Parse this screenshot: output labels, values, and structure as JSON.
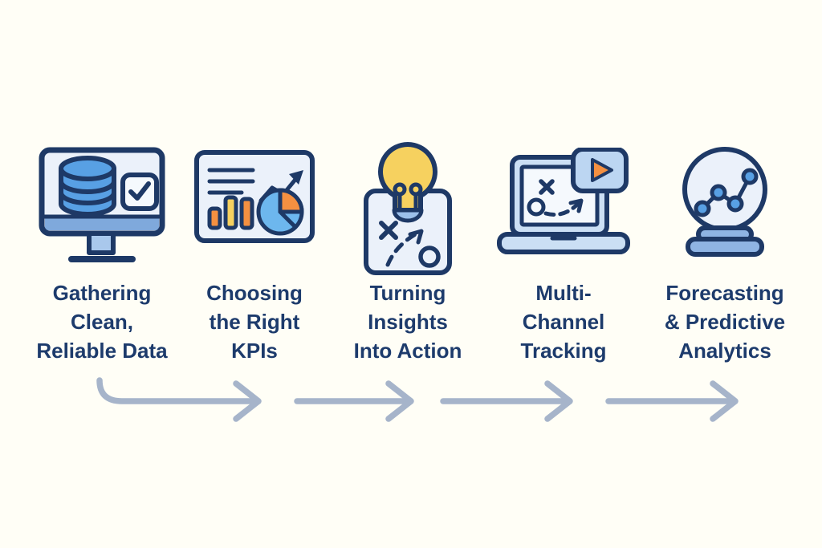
{
  "figure": {
    "type": "process-flow-infographic",
    "direction": "left-to-right",
    "step_count": 5,
    "arrow_count": 4
  },
  "colors": {
    "background": "#FFFEF6",
    "outline_navy": "#1E3966",
    "label_text": "#1D3B6C",
    "arrow": "#A6B4CA",
    "panel_light": "#EBF1FA",
    "screen_white": "#F5F9FD",
    "blue_medium": "#58A0E4",
    "pie_blue": "#6DB7EE",
    "yellow": "#F6D15F",
    "orange": "#F49041",
    "monitor_bar": "#7FA9DC",
    "monitor_stand": "#A9C8EC",
    "bulb_base": "#9CC0EA",
    "laptop_blue": "#CBDFF4",
    "play_overlay": "#BCD6F2",
    "ball_base": "#8FB4E3"
  },
  "steps": [
    {
      "label": "Gathering\nClean,\nReliable Data",
      "icon": "monitor-database-icon"
    },
    {
      "label": "Choosing\nthe Right\nKPIs",
      "icon": "kpi-dashboard-icon"
    },
    {
      "label": "Turning\nInsights\nInto Action",
      "icon": "lightbulb-strategy-icon"
    },
    {
      "label": "Multi-\nChannel\nTracking",
      "icon": "laptop-play-icon"
    },
    {
      "label": "Forecasting\n& Predictive\nAnalytics",
      "icon": "crystal-ball-icon"
    }
  ]
}
